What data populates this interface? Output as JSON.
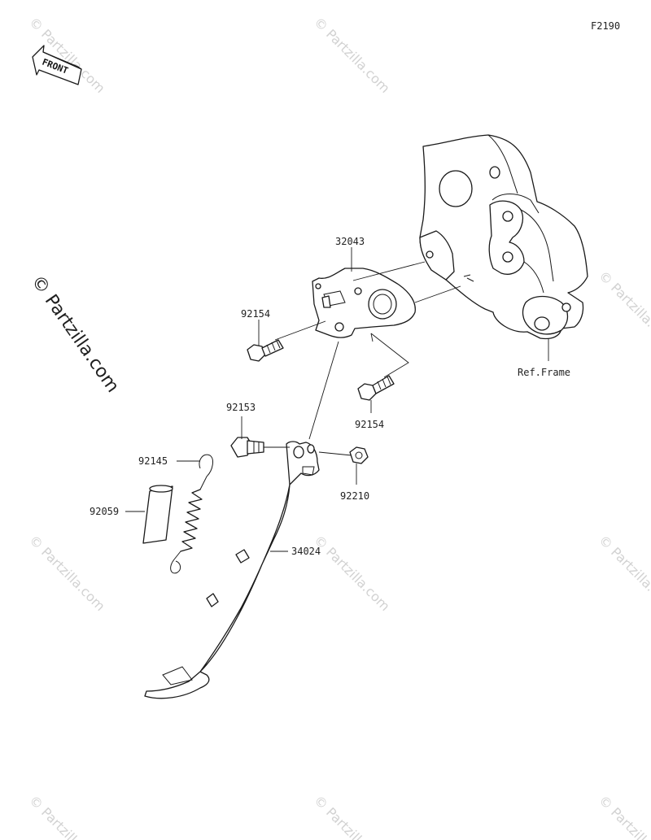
{
  "diagram_code": "F2190",
  "front_label": "FRONT",
  "watermark_text": "© Partzilla.com",
  "watermark_color": "#d2d2d2",
  "parts": {
    "bracket": "32043",
    "bolt_upper": "92154",
    "bolt_lower": "92154",
    "pivot_bolt": "92153",
    "spring": "92145",
    "sleeve": "92059",
    "nut": "92210",
    "side_stand": "34024",
    "frame_ref": "Ref.Frame"
  }
}
